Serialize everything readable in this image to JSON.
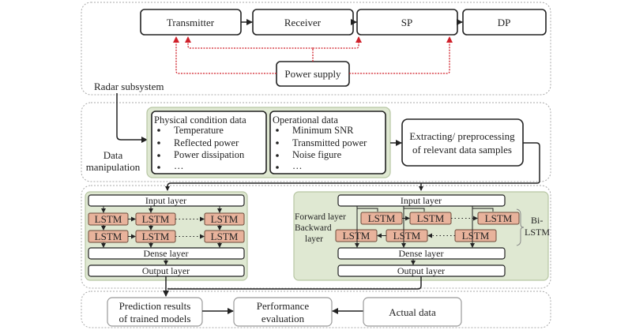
{
  "radar": {
    "label": "Radar subsystem",
    "blocks": [
      "Transmitter",
      "Receiver",
      "SP",
      "DP"
    ],
    "power_supply": "Power supply"
  },
  "data_manipulation": {
    "label_line1": "Data",
    "label_line2": "manipulation",
    "physical": {
      "title": "Physical condition data",
      "items": [
        "Temperature",
        "Reflected power",
        "Power dissipation",
        "…"
      ]
    },
    "operational": {
      "title": "Operational data",
      "items": [
        "Minimum SNR",
        "Transmitted power",
        "Noise figure",
        "…"
      ]
    },
    "extract_line1": "Extracting/ preprocessing",
    "extract_line2": "of relevant data samples"
  },
  "models": {
    "lstm": {
      "input": "Input layer",
      "cell": "LSTM",
      "dense": "Dense layer",
      "output": "Output layer"
    },
    "bilstm": {
      "input": "Input layer",
      "cell": "LSTM",
      "dense": "Dense layer",
      "output": "Output layer",
      "forward_label": "Forward layer",
      "backward_label_line1": "Backward",
      "backward_label_line2": "layer",
      "bracket_line1": "Bi-",
      "bracket_line2": "LSTM"
    }
  },
  "evaluation": {
    "prediction_line1": "Prediction results",
    "prediction_line2": "of trained models",
    "performance_line1": "Performance",
    "performance_line2": "evaluation",
    "actual": "Actual data"
  },
  "colors": {
    "power_line": "#d0202a",
    "green_panel": "#dfe8d2",
    "lstm_fill": "#e8b39c"
  }
}
